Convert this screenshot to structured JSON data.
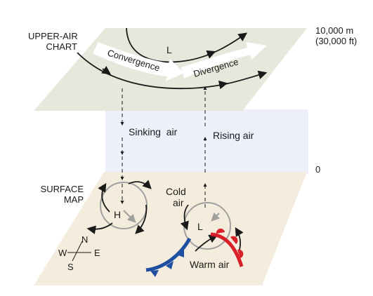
{
  "labels": {
    "upper_air_chart": [
      "UPPER-AIR",
      "CHART"
    ],
    "surface_map": [
      "SURFACE",
      "MAP"
    ],
    "top_altitude": [
      "10,000 m",
      "(30,000 ft)"
    ],
    "bottom_altitude": "0",
    "convergence": "Convergence",
    "divergence": "Divergence",
    "upper_low": "L",
    "sinking_air": "Sinking  air",
    "rising_air": "Rising air",
    "cold_air": [
      "Cold",
      "air"
    ],
    "warm_air": "Warm air",
    "surface_high": "H",
    "surface_low": "L",
    "compass": {
      "n": "N",
      "s": "S",
      "e": "E",
      "w": "W"
    }
  },
  "colors": {
    "upper_plane": "#e6e8dc",
    "surface_plane": "#f4eddd",
    "column": "#edf0fa",
    "cold_front": "#1f4fa0",
    "warm_front": "#d8202a",
    "circulation_gray": "#a0a0a0",
    "flow_arrow_fill": "#ffffff",
    "ink": "#1a1a1a"
  }
}
